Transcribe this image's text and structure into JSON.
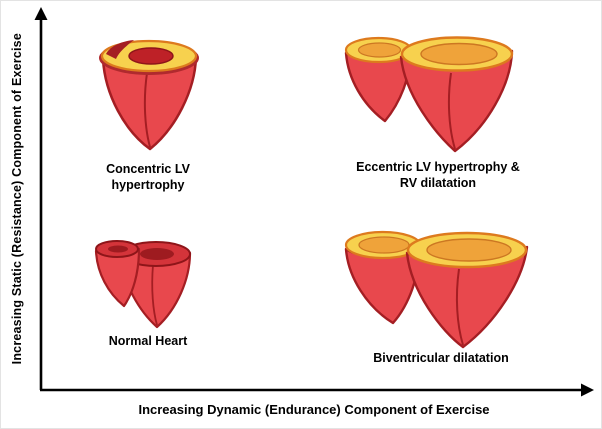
{
  "diagram": {
    "title_implicit": "Cardiac remodeling by exercise type",
    "y_axis_label": "Increasing Static (Resistance) Component of Exercise",
    "x_axis_label": "Increasing Dynamic (Endurance) Component of Exercise",
    "quadrants": {
      "top_left": {
        "label_line1": "Concentric LV",
        "label_line2": "hypertrophy",
        "illustration": "single ventricle heart with thick yellow wall and small dark lumen"
      },
      "top_right": {
        "label_line1": "Eccentric LV hypertrophy &",
        "label_line2": "RV dilatation",
        "illustration": "large two-chamber heart with wide yellow-orange cut surfaces"
      },
      "bottom_left": {
        "label": "Normal Heart",
        "illustration": "small two-chamber heart with red cut surfaces"
      },
      "bottom_right": {
        "label": "Biventricular dilatation",
        "illustration": "very large two-chamber heart with wide yellow-orange cut surfaces"
      }
    },
    "colors": {
      "heart_body": "#e8484d",
      "heart_outline": "#a41e23",
      "cut_surface_yellow": "#f7d14e",
      "cut_surface_orange_rim": "#dd7a1e",
      "lumen_orange": "#efa33a",
      "lumen_dark_red": "#be2127",
      "top_red": "#d4343a",
      "axis": "#000000",
      "background": "#ffffff"
    }
  }
}
